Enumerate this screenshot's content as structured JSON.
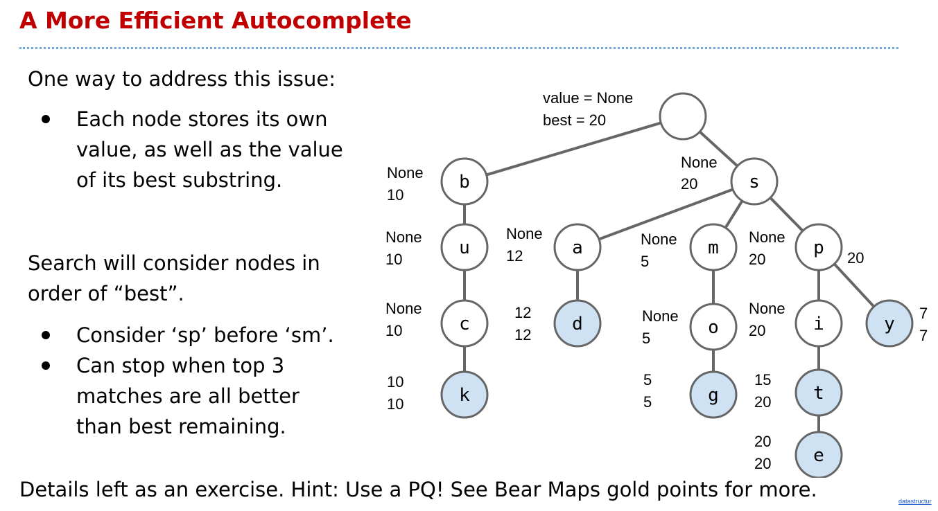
{
  "slide": {
    "title": "A More Efficient Autocomplete",
    "intro": "One way to address this issue:",
    "bullets1": [
      "Each node stores its own",
      "value, as well as the value",
      "of its best substring."
    ],
    "search_line1": "Search will consider nodes in",
    "search_line2": "order of “best”.",
    "bullets2": [
      [
        "Consider ‘sp’ before ‘sm’."
      ],
      [
        "Can stop when top 3",
        "matches are all better",
        "than best remaining."
      ]
    ],
    "footer": "Details left as an exercise. Hint: Use a PQ! See Bear Maps gold points for more.",
    "credit": "datastructur"
  },
  "trie": {
    "root": {
      "value": "value = None",
      "best": "best = 20"
    },
    "nodes": [
      {
        "id": "root",
        "letter": "",
        "value": "",
        "best": "",
        "terminal": false
      },
      {
        "id": "b",
        "letter": "b",
        "value": "None",
        "best": "10",
        "terminal": false
      },
      {
        "id": "s",
        "letter": "s",
        "value": "None",
        "best": "20",
        "terminal": false
      },
      {
        "id": "u",
        "letter": "u",
        "value": "None",
        "best": "10",
        "terminal": false
      },
      {
        "id": "c",
        "letter": "c",
        "value": "None",
        "best": "10",
        "terminal": false
      },
      {
        "id": "k",
        "letter": "k",
        "value": "10",
        "best": "10",
        "terminal": true
      },
      {
        "id": "a",
        "letter": "a",
        "value": "None",
        "best": "12",
        "terminal": false
      },
      {
        "id": "d",
        "letter": "d",
        "value": "12",
        "best": "12",
        "terminal": true
      },
      {
        "id": "m",
        "letter": "m",
        "value": "None",
        "best": "5",
        "terminal": false
      },
      {
        "id": "o",
        "letter": "o",
        "value": "None",
        "best": "5",
        "terminal": false
      },
      {
        "id": "g",
        "letter": "g",
        "value": "5",
        "best": "5",
        "terminal": true
      },
      {
        "id": "p",
        "letter": "p",
        "value": "None",
        "best": "20",
        "terminal": false
      },
      {
        "id": "i",
        "letter": "i",
        "value": "None",
        "best": "20",
        "terminal": false
      },
      {
        "id": "t",
        "letter": "t",
        "value": "15",
        "best": "20",
        "terminal": true
      },
      {
        "id": "e",
        "letter": "e",
        "value": "20",
        "best": "20",
        "terminal": true
      },
      {
        "id": "y",
        "letter": "y",
        "value": "7",
        "best": "7",
        "terminal": true
      }
    ],
    "edges": [
      [
        "root",
        "b"
      ],
      [
        "root",
        "s"
      ],
      [
        "b",
        "u"
      ],
      [
        "u",
        "c"
      ],
      [
        "c",
        "k"
      ],
      [
        "s",
        "a"
      ],
      [
        "s",
        "m"
      ],
      [
        "s",
        "p"
      ],
      [
        "a",
        "d"
      ],
      [
        "m",
        "o"
      ],
      [
        "o",
        "g"
      ],
      [
        "p",
        "i"
      ],
      [
        "p",
        "y"
      ],
      [
        "i",
        "t"
      ],
      [
        "t",
        "e"
      ]
    ],
    "extra_label": "20",
    "colors": {
      "terminal_fill": "#cfe2f3",
      "stroke": "#666666",
      "edge": "#666666"
    }
  }
}
